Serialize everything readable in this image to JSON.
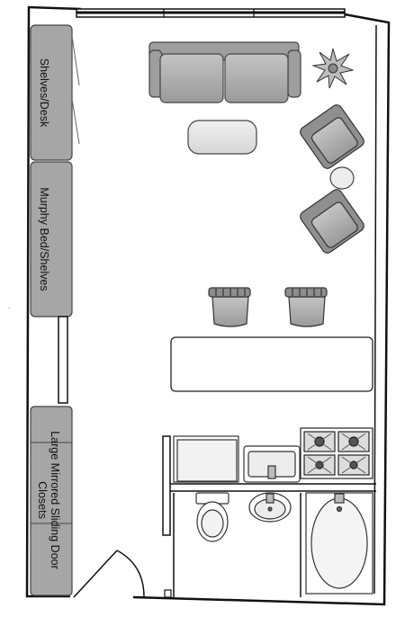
{
  "labels": {
    "shelves_desk": "Shelves/Desk",
    "murphy_bed": "Murphy Bed/Shelves",
    "closets_line1": "Large Mirrored Sliding Door",
    "closets_line2": "Closets"
  },
  "colors": {
    "wall": "#111111",
    "built_in": "#a6a6a6",
    "furniture": "#b3b3b3",
    "table": "#e6e6e6"
  }
}
